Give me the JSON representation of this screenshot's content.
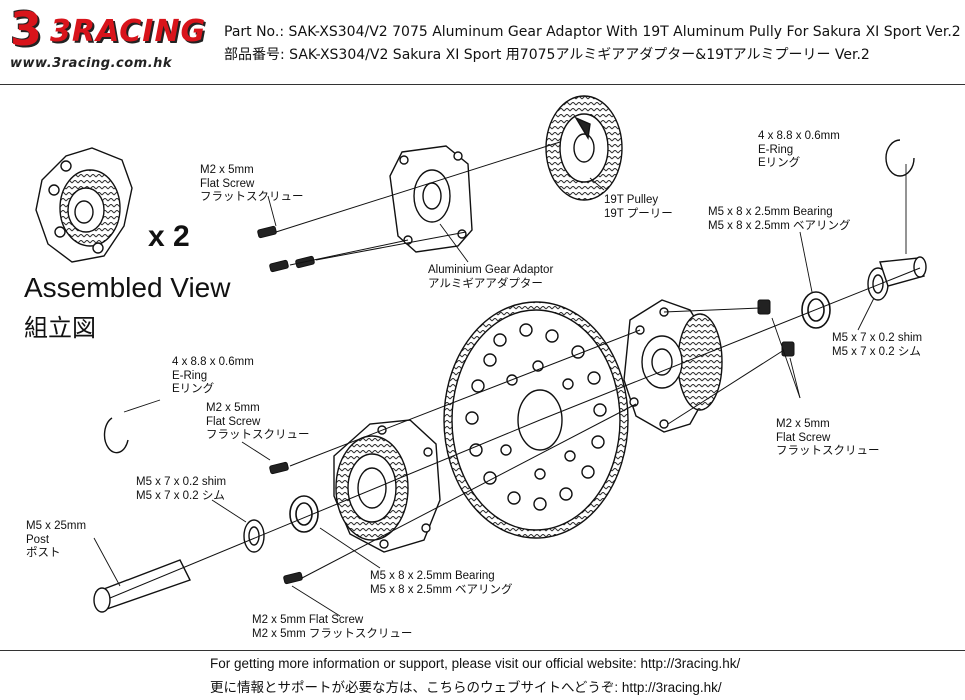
{
  "header": {
    "logo": {
      "brand": "3RACING",
      "url": "www.3racing.com.hk"
    },
    "title_en": "Part No.: SAK-XS304/V2 7075 Aluminum Gear Adaptor With 19T Aluminum Pully For Sakura XI Sport Ver.2",
    "title_jp": "部品番号: SAK-XS304/V2 Sakura XI Sport 用7075アルミギアアダプター&19Tアルミプーリー Ver.2"
  },
  "assembled": {
    "heading": "Assembled View",
    "heading_jp": "組立図",
    "quantity": "x 2"
  },
  "labels": {
    "screw_top": [
      "M2 x 5mm",
      "Flat Screw",
      "フラットスクリュー"
    ],
    "pulley": [
      "19T Pulley",
      "19T プーリー"
    ],
    "eclip_top": [
      "4 x 8.8 x 0.6mm",
      "E-Ring",
      "Eリング"
    ],
    "bearing_top": [
      "M5 x 8 x 2.5mm Bearing",
      "M5 x 8 x 2.5mm ベアリング"
    ],
    "adaptor": [
      "Aluminium Gear Adaptor",
      "アルミギアアダプター"
    ],
    "shim_right": [
      "M5 x 7 x 0.2 shim",
      "M5 x 7 x 0.2 シム"
    ],
    "screw_right": [
      "M2 x 5mm",
      "Flat Screw",
      "フラットスクリュー"
    ],
    "eclip_left": [
      "4 x 8.8 x 0.6mm",
      "E-Ring",
      "Eリング"
    ],
    "screw_mid": [
      "M2 x 5mm",
      "Flat Screw",
      "フラットスクリュー"
    ],
    "shim_left": [
      "M5 x 7 x 0.2 shim",
      "M5 x 7 x 0.2 シム"
    ],
    "post": [
      "M5 x 25mm",
      "Post",
      "ポスト"
    ],
    "bearing_bottom": [
      "M5 x 8 x 2.5mm Bearing",
      "M5 x 8 x 2.5mm ベアリング"
    ],
    "screw_bottom": [
      "M2 x 5mm Flat Screw",
      "M2 x 5mm フラットスクリュー"
    ]
  },
  "footer": {
    "line_en": "For getting more information or support, please visit our official website: http://3racing.hk/",
    "line_jp": "更に情報とサポートが必要な方は、こちらのウェブサイトへどうぞ: http://3racing.hk/"
  },
  "colors": {
    "brand": "#d8141b",
    "line": "#111111"
  }
}
